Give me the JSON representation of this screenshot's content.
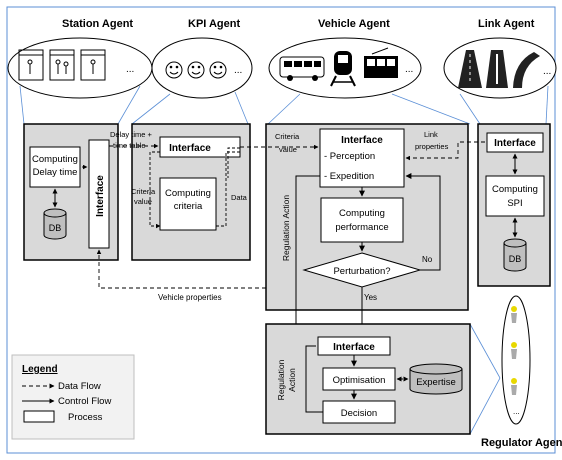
{
  "agents": {
    "station": "Station Agent",
    "kpi": "KPI Agent",
    "vehicle": "Vehicle Agent",
    "link": "Link Agent",
    "regulator": "Regulator Agent"
  },
  "ellipsis": "...",
  "station_box": {
    "computing_line1": "Computing",
    "computing_line2": "Delay time",
    "db": "DB",
    "interface": "Interface"
  },
  "kpi_box": {
    "interface": "Interface",
    "computing_line1": "Computing",
    "computing_line2": "criteria",
    "criteria_line1": "Criteria",
    "criteria_line2": "value",
    "data": "Data"
  },
  "vehicle_box": {
    "interface": "Interface",
    "perception": "- Perception",
    "expedition": "- Expedition",
    "criteria_line1": "Criteria",
    "criteria_line2": "value",
    "link_line1": "Link",
    "link_line2": "properties",
    "computing_line1": "Computing",
    "computing_line2": "performance",
    "perturbation": "Perturbation?",
    "no": "No",
    "yes": "Yes",
    "regulation_action": "Regulation Action"
  },
  "link_box": {
    "interface": "Interface",
    "computing_line1": "Computing",
    "computing_line2": "SPI",
    "db": "DB"
  },
  "regulator_box": {
    "interface": "Interface",
    "optimisation": "Optimisation",
    "expertise": "Expertise",
    "decision": "Decision",
    "regulation_line1": "Regulation",
    "regulation_line2": "Action"
  },
  "flows": {
    "delay_line1": "Delay time +",
    "delay_line2": "time table",
    "vehicle_properties": "Vehicle properties"
  },
  "legend": {
    "title": "Legend",
    "data_flow": "Data Flow",
    "control_flow": "Control Flow",
    "process": "Process"
  },
  "colors": {
    "panel_fill": "#d9d9d9",
    "box_fill": "#ffffff",
    "stroke": "#000000",
    "connector": "#5b8fd6"
  }
}
